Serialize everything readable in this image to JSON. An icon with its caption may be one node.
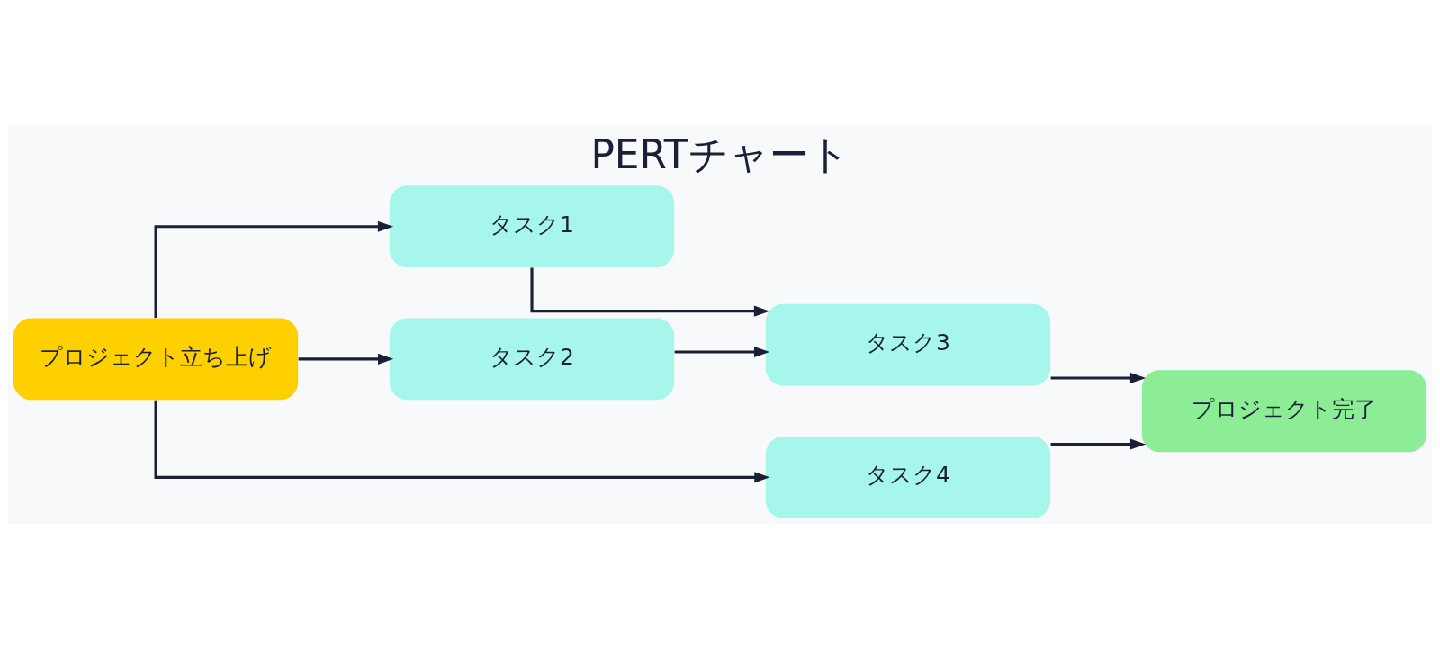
{
  "diagram": {
    "title": "PERTチャート",
    "nodes": [
      {
        "text": [
          "プロジェクト立ち上げ"
        ]
      },
      {
        "text": [
          "タスク1"
        ]
      },
      {
        "text": [
          "タスク2"
        ]
      },
      {
        "text": [
          "タスク3"
        ]
      },
      {
        "text": [
          "プロジェクト完了"
        ]
      },
      {
        "text": [
          "タスク4"
        ]
      }
    ],
    "edges": [
      {
        "from": 0,
        "to": 1,
        "arrow": "to"
      },
      {
        "from": 0,
        "to": 2,
        "arrow": "to"
      },
      {
        "from": 0,
        "to": 5,
        "arrow": "to"
      },
      {
        "from": 1,
        "to": 3,
        "arrow": "to"
      },
      {
        "from": 2,
        "to": 3,
        "arrow": "to"
      },
      {
        "from": 3,
        "to": 4,
        "arrow": "to"
      },
      {
        "from": 5,
        "to": 4,
        "arrow": "to"
      }
    ]
  }
}
